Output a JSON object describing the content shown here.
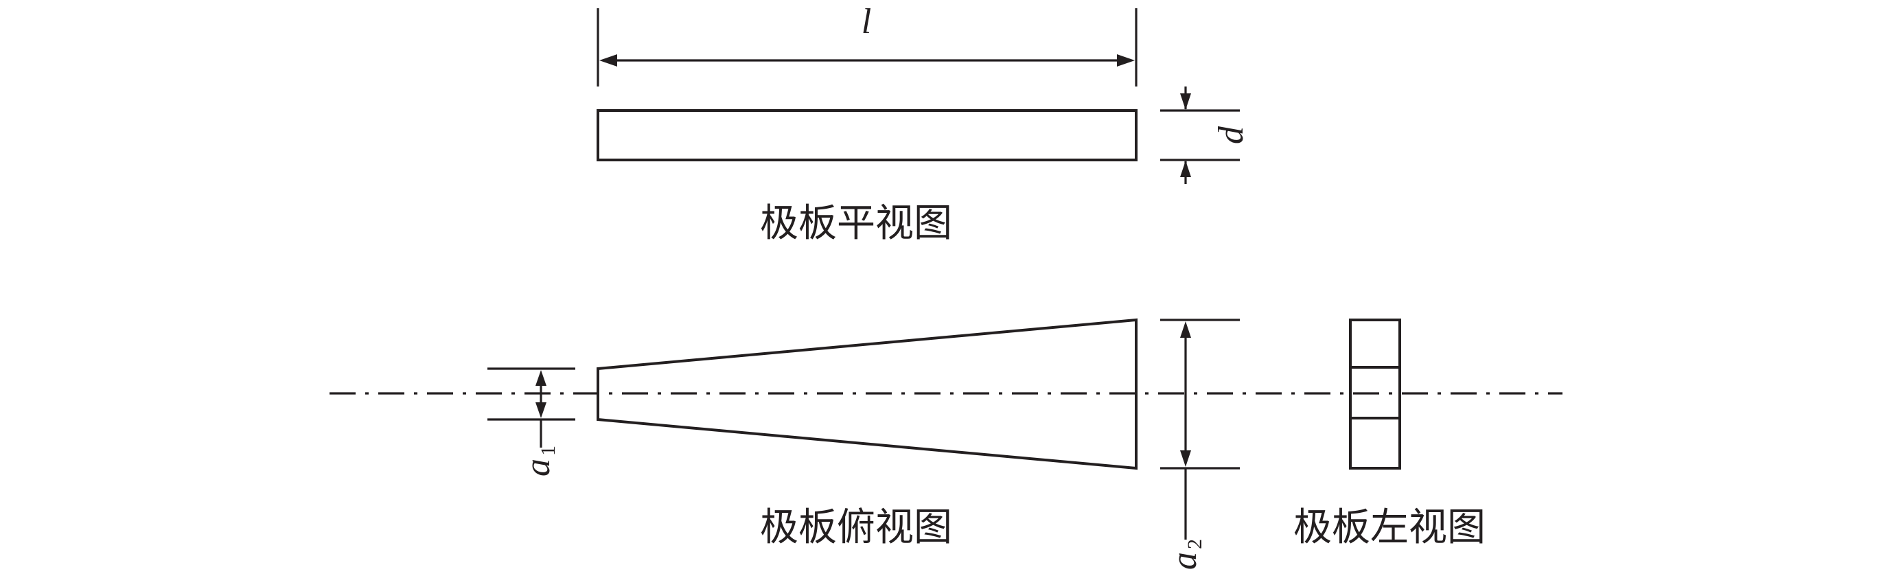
{
  "labels": {
    "length": "l",
    "thickness": "d",
    "a1_letter": "a",
    "a1_sub": "1",
    "a2_letter": "a",
    "a2_sub": "2"
  },
  "captions": {
    "front_view": "极板平视图",
    "top_view": "极板俯视图",
    "left_view": "极板左视图"
  }
}
